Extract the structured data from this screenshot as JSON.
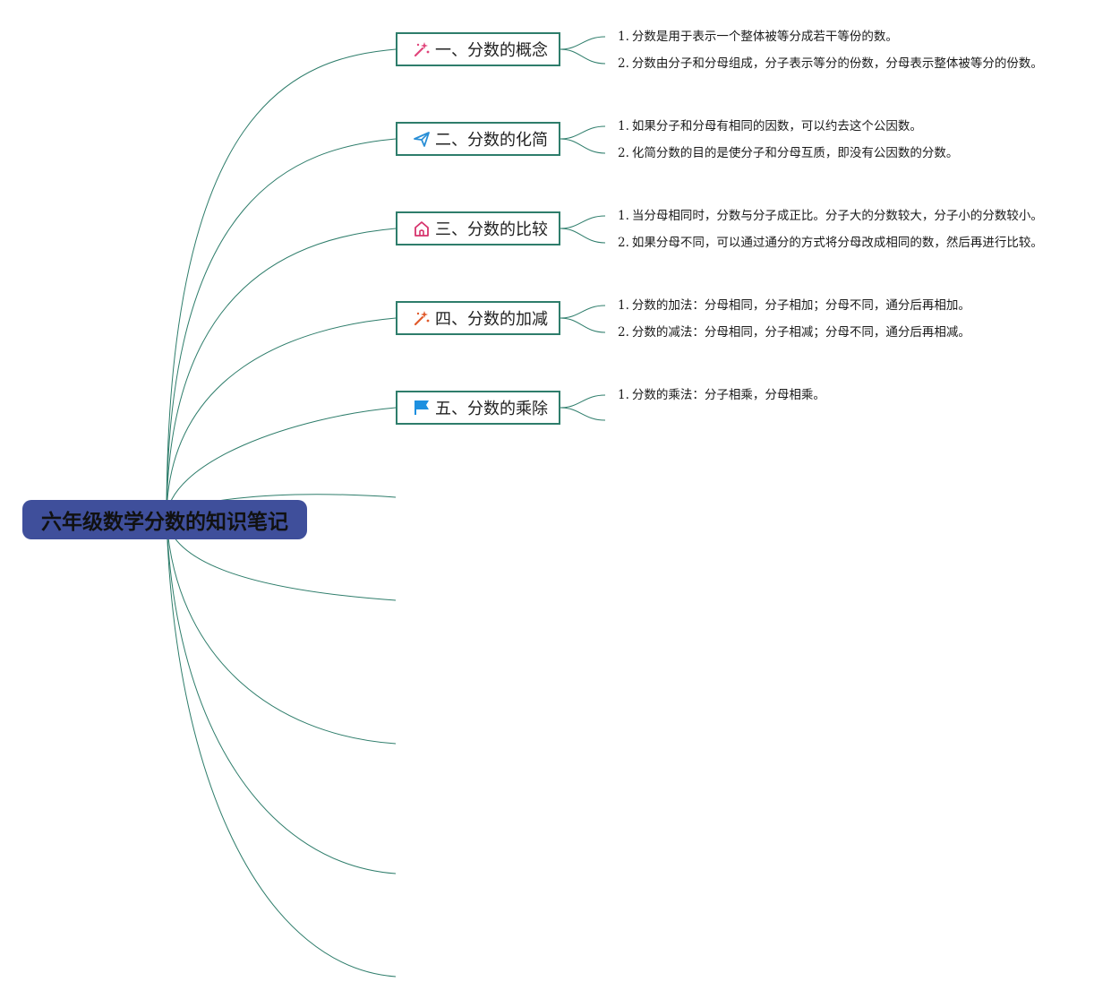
{
  "root": {
    "title": "六年级数学分数的知识笔记"
  },
  "colors": {
    "root_fill": "#3f4f9b",
    "line": "#2e7d6b",
    "branch_border": "#2e7d6b"
  },
  "branches": [
    {
      "label": "一、分数的概念",
      "icon": "magic-wand-icon",
      "icon_color": "#e0457b",
      "leaves": [
        {
          "num": "1.",
          "text": "分数是用于表示一个整体被等分成若干等份的数。"
        },
        {
          "num": "2.",
          "text": "分数由分子和分母组成，分子表示等分的份数，分母表示整体被等分的份数。"
        }
      ]
    },
    {
      "label": "二、分数的化简",
      "icon": "paper-plane-icon",
      "icon_color": "#2a8fd6",
      "leaves": [
        {
          "num": "1.",
          "text": "如果分子和分母有相同的因数，可以约去这个公因数。"
        },
        {
          "num": "2.",
          "text": "化简分数的目的是使分子和分母互质，即没有公因数的分数。"
        }
      ]
    },
    {
      "label": "三、分数的比较",
      "icon": "home-icon",
      "icon_color": "#d6336c",
      "leaves": [
        {
          "num": "1.",
          "text": "当分母相同时，分数与分子成正比。分子大的分数较大，分子小的分数较小。"
        },
        {
          "num": "2.",
          "text": "如果分母不同，可以通过通分的方式将分母改成相同的数，然后再进行比较。"
        }
      ]
    },
    {
      "label": "四、分数的加减",
      "icon": "magic-wand-icon",
      "icon_color": "#e05a2b",
      "leaves": [
        {
          "num": "1.",
          "text": "分数的加法：分母相同，分子相加；分母不同，通分后再相加。"
        },
        {
          "num": "2.",
          "text": "分数的减法：分母相同，分子相减；分母不同，通分后再相减。"
        }
      ]
    },
    {
      "label": "五、分数的乘除",
      "icon": "flag-icon",
      "icon_color": "#1e90e0",
      "leaves": [
        {
          "num": "1.",
          "text": "分数的乘法：分子相乘，分母相乘。"
        }
      ]
    }
  ]
}
